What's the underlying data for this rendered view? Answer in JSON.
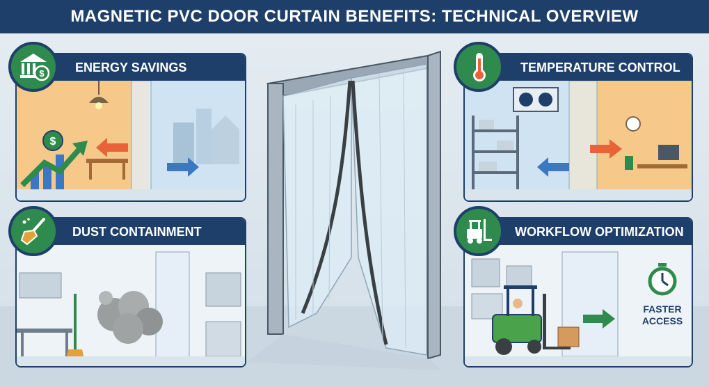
{
  "title": "MAGNETIC PVC DOOR CURTAIN BENEFITS: TECHNICAL OVERVIEW",
  "panels": {
    "energy": {
      "label": "ENERGY SAVINGS",
      "icon": "bank-dollar-icon"
    },
    "temperature": {
      "label": "TEMPERATURE CONTROL",
      "icon": "thermometer-icon"
    },
    "dust": {
      "label": "DUST CONTAINMENT",
      "icon": "broom-icon"
    },
    "workflow": {
      "label": "WORKFLOW OPTIMIZATION",
      "icon": "forklift-icon",
      "faster_access": [
        "FASTER",
        "ACCESS"
      ]
    }
  },
  "colors": {
    "navy": "#1f3f6b",
    "green": "#2f8a4d",
    "warm": "#f6c98a",
    "cool": "#cfe3f2",
    "arrow_warm": "#e8623a",
    "arrow_cool": "#3b78c4"
  }
}
